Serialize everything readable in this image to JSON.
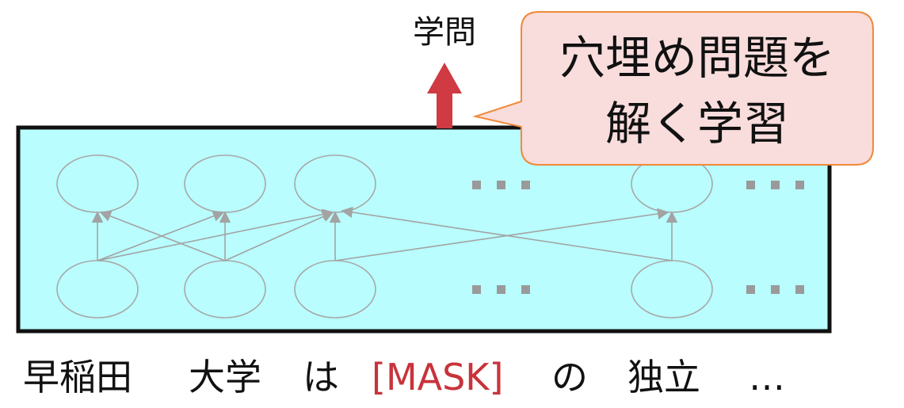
{
  "output_label": "学問",
  "callout": {
    "line1": "穴埋め問題を",
    "line2": "解く学習"
  },
  "tokens": [
    "早稲田",
    "大学",
    "は",
    "[MASK]",
    "の",
    "独立",
    "…"
  ],
  "colors": {
    "model_fill": "#b9fdfe",
    "model_border": "#111111",
    "arrow_up": "#cf3a43",
    "callout_fill": "#f9dcdc",
    "callout_border": "#f08a3a",
    "mask_text": "#c8333b",
    "node_stroke": "#a8a8a8"
  }
}
